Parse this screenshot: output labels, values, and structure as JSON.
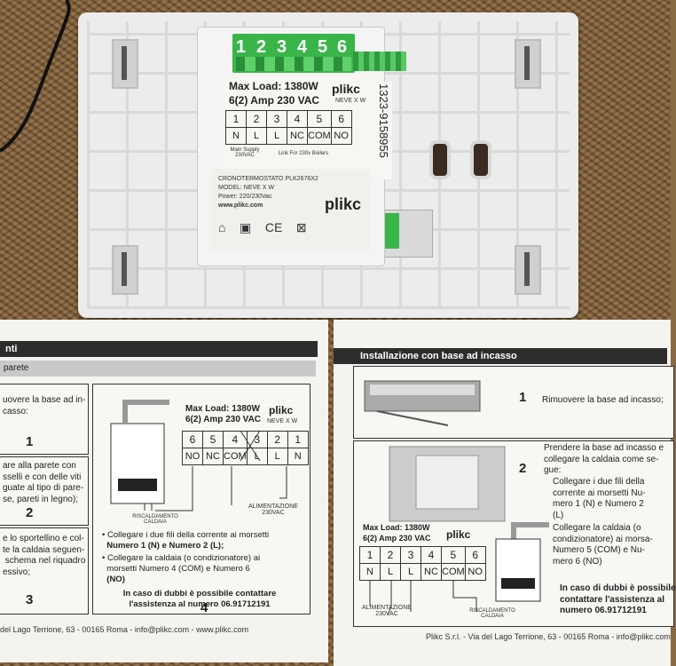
{
  "device": {
    "terminal_numbers": [
      "1",
      "2",
      "3",
      "4",
      "5",
      "6"
    ],
    "max_load": "Max Load: 1380W",
    "amp_line": "6(2) Amp 230 VAC",
    "brand": "plikc",
    "model_sub": "NEVE X W",
    "table_top": [
      "1",
      "2",
      "3",
      "4",
      "5",
      "6"
    ],
    "table_bottom": [
      "N",
      "L",
      "L",
      "NC",
      "COM",
      "NO"
    ],
    "main_supply": "Main Supply 230VAC",
    "link_boilers": "Link For 230v Boilers",
    "serial": "1323-9158955",
    "info_lines": [
      "CRONOTERMOSTATO PLK2676X2",
      "MODEL: NEVE X W",
      "Power: 220/230Vac",
      "www.plikc.com"
    ],
    "icons": [
      "home-icon",
      "square-icon",
      "ce-mark-icon",
      "weee-bin-icon"
    ]
  },
  "manual_left": {
    "header": "nti",
    "subheader": "parete",
    "step1_text": "uovere la base ad in-\ncasso:",
    "step1_num": "1",
    "step2_text": "are alla parete con\nsselli e con delle viti\nguate al tipo di pare-\nse, pareti in legno);",
    "step2_num": "2",
    "step3_text": "e lo sportellino e col-\nte la caldaia seguen-\n schema nel riquadro\nessivo;",
    "step3_num": "3",
    "diag_max": "Max Load: 1380W",
    "diag_amp": "6(2) Amp 230 VAC",
    "diag_brand": "plikc",
    "diag_model": "NEVE X W",
    "diag_top": [
      "6",
      "5",
      "4",
      "3",
      "2",
      "1"
    ],
    "diag_bottom": [
      "NO",
      "NC",
      "COM",
      "L",
      "L",
      "N"
    ],
    "riscaldamento": "RISCALDAMENTO CALDAIA",
    "alimentazione": "ALIMENTAZIONE 230VAC",
    "bullet1_a": "Collegare i due fili della corrente ai morsetti",
    "bullet1_b": "Numero 1 (N) e Numero 2 (L);",
    "bullet2_a": "Collegare la caldaia (o condizionatore) ai",
    "bullet2_b": "morsetti Numero 4 (COM) e Numero 6",
    "bullet2_c": "(NO)",
    "help_a": "In caso di dubbi è possibile contattare",
    "help_b": "l'assistenza al numero 06.91712191",
    "step4_num": "4",
    "footer": "del Lago Terrione, 63 - 00165 Roma - info@plikc.com - www.plikc.com"
  },
  "manual_right": {
    "header": "Installazione con base ad incasso",
    "step1_text": "Rimuovere la base ad incasso;",
    "step1_num": "1",
    "step2_num": "2",
    "step2_text": "Prendere la base ad incasso e\ncollegare la caldaia come se-\ngue:",
    "bullet1": "Collegare i due fili della\ncorrente ai morsetti Nu-\nmero 1 (N) e Numero 2\n(L)",
    "bullet2": "Collegare la caldaia (o\ncondizionatore) ai morsa-\nNumero 5 (COM) e Nu-\nmero 6 (NO)",
    "help": "In caso di dubbi è possibile\ncontattare l'assistenza al\nnumero 06.91712191",
    "diag_max": "Max Load: 1380W",
    "diag_amp": "6(2) Amp 230 VAC",
    "diag_brand": "plikc",
    "diag_top": [
      "1",
      "2",
      "3",
      "4",
      "5",
      "6"
    ],
    "diag_bottom": [
      "N",
      "L",
      "L",
      "NC",
      "COM",
      "NO"
    ],
    "alimentazione": "ALIMENTAZIONE 230VAC",
    "riscaldamento": "RISCALDAMENTO CALDAIA",
    "footer": "Plikc S.r.l. - Via del Lago Terrione, 63 - 00165 Roma - info@plikc.com"
  }
}
